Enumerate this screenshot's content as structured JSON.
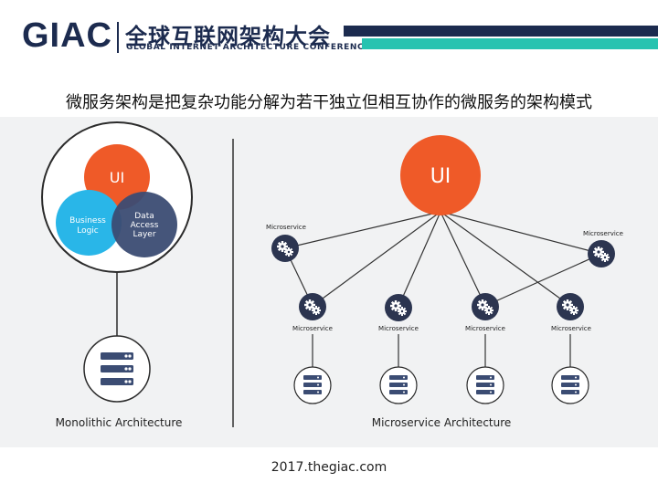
{
  "header": {
    "logo_main": "GIAC",
    "logo_cn": "全球互联网架构大会",
    "logo_en": "GLOBAL INTERNET ARCHITECTURE CONFERENCE",
    "colors": {
      "navy": "#1c2b4f",
      "teal": "#27c3b0"
    }
  },
  "slide": {
    "title": "微服务架构是把复杂功能分解为若干独立但相互协作的微服务的架构模式"
  },
  "monolith": {
    "ui_label": "UI",
    "business_label": [
      "Business",
      "Logic"
    ],
    "data_label": [
      "Data",
      "Access",
      "Layer"
    ],
    "caption": "Monolithic Architecture",
    "colors": {
      "ui": "#ef5a28",
      "business": "#29b6e8",
      "data": "#3b4c73"
    }
  },
  "microservices": {
    "ui_label": "UI",
    "service_label": "Microservice",
    "caption": "Microservice Architecture",
    "nodes": [
      {
        "id": "ms-left-upper",
        "label": "Microservice"
      },
      {
        "id": "ms-right-upper",
        "label": "Microservice"
      },
      {
        "id": "ms-1",
        "label": "Microservice"
      },
      {
        "id": "ms-2",
        "label": "Microservice"
      },
      {
        "id": "ms-3",
        "label": "Microservice"
      },
      {
        "id": "ms-4",
        "label": "Microservice"
      }
    ],
    "colors": {
      "ui": "#ef5a28",
      "service": "#2c3550",
      "database": "#3b4c73"
    }
  },
  "footer": {
    "text": "2017.thegiac.com"
  }
}
